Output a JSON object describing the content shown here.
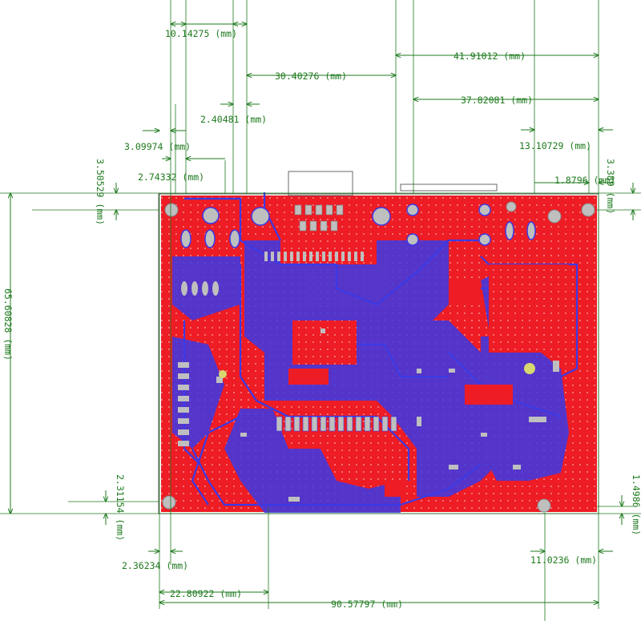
{
  "colors": {
    "board": "#ee1c24",
    "trace": "#3b3ae6",
    "dimension": "#1e7a1e",
    "outline": "#444444",
    "pad": "#bfbfbf"
  },
  "dimensions": {
    "d1": {
      "value": "10.14275",
      "unit": "(mm)"
    },
    "d2": {
      "value": "30.40276",
      "unit": "(mm)"
    },
    "d3": {
      "value": "41.91012",
      "unit": "(mm)"
    },
    "d4": {
      "value": "37.82081",
      "unit": "(mm)"
    },
    "d5": {
      "value": "2.40481",
      "unit": "(mm)"
    },
    "d6": {
      "value": "3.09974",
      "unit": "(mm)"
    },
    "d7": {
      "value": "2.74332",
      "unit": "(mm)"
    },
    "d8": {
      "value": "13.10729",
      "unit": "(mm)"
    },
    "d9": {
      "value": "1.8796",
      "unit": "(mm)"
    },
    "d10": {
      "value": "3.50529",
      "unit": "(mm)"
    },
    "d11": {
      "value": "65.60828",
      "unit": "(mm)"
    },
    "d12": {
      "value": "3.389",
      "unit": "(mm)"
    },
    "d13": {
      "value": "2.31154",
      "unit": "(mm)"
    },
    "d14": {
      "value": "2.36234",
      "unit": "(mm)"
    },
    "d15": {
      "value": "22.80922",
      "unit": "(mm)"
    },
    "d16": {
      "value": "90.57797",
      "unit": "(mm)"
    },
    "d17": {
      "value": "11.0236",
      "unit": "(mm)"
    },
    "d18": {
      "value": "1.4986",
      "unit": "(mm)"
    }
  }
}
